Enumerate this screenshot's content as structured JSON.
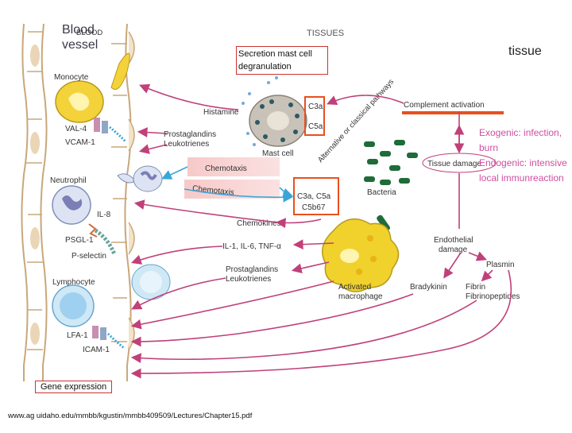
{
  "overlay": {
    "blood_vessel": "Blood\nvessel",
    "tissue": "tissue",
    "secretion": "Secretion   mast cell degranulation",
    "exogenic": "Exogenic: infection,  burn",
    "endogenic": "Endogenic: intensive local immunreaction",
    "gene_expression": "Gene expression",
    "source_url": "www.ag uidaho.edu/mmbb/kgustin/mmbb409509/Lectures/Chapter15.pdf"
  },
  "diagram": {
    "blood_header": "BLOOD",
    "tissues_header": "TISSUES",
    "cells": {
      "monocyte": "Monocyte",
      "neutrophil": "Neutrophil",
      "lymphocyte": "Lymphocyte",
      "mast_cell": "Mast cell",
      "bacteria": "Bacteria",
      "activated_macrophage": "Activated\nmacrophage"
    },
    "adhesion": {
      "val4": "VAL-4",
      "vcam1": "VCAM-1",
      "il8": "IL-8",
      "psgl1": "PSGL-1",
      "pselectin": "P-selectin",
      "lfa1": "LFA-1",
      "icam1": "ICAM-1"
    },
    "mediators": {
      "histamine": "Histamine",
      "prostaglandins1": "Prostaglandins\nLeukotrienes",
      "chemotaxis1": "Chemotaxis",
      "chemotaxis2": "Chemotaxis",
      "chemokines": "Chemokines",
      "interleukins": "IL-1, IL-6, TNF-α",
      "prostaglandins2": "Prostaglandins\nLeukotrienes",
      "c3a": "C3a",
      "c5a": "C5a",
      "c3a_c5a": "C3a, C5a\nC5b67"
    },
    "pathways": {
      "complement_activation": "Complement activation",
      "alt_classical": "Alternative or classical pathways",
      "tissue_damage": "Tissue damage",
      "endothelial_damage": "Endothelial\ndamage",
      "plasmin": "Plasmin",
      "bradykinin": "Bradykinin",
      "fibrin": "Fibrin\nFibrinopeptides"
    }
  },
  "colors": {
    "accent_pink": "#d04ea0",
    "arrow_magenta": "#c0407a",
    "arrow_cyan": "#3aa6d8",
    "box_orange": "#e8501f",
    "vessel_tan": "#e9cfa8",
    "monocyte_yellow": "#f4d23a",
    "macrophage_yellow": "#f1d12c",
    "mast_grey": "#c9c2b8",
    "bacteria_green": "#1f6b3a"
  }
}
